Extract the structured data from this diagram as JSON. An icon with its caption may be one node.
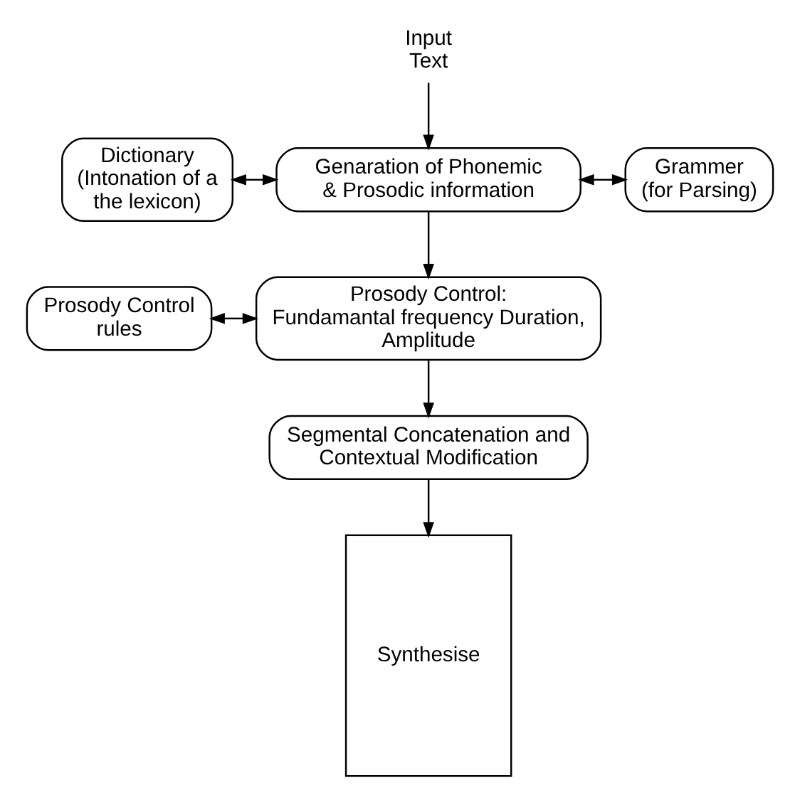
{
  "diagram": {
    "nodes": [
      {
        "text": [
          "Input Text"
        ]
      },
      {
        "text": [
          "Genaration of Phonemic & Prosodic information"
        ]
      },
      {
        "text": [
          "Dictionary (Intonation of a the lexicon)"
        ]
      },
      {
        "text": [
          "Grammer (for Parsing)"
        ]
      },
      {
        "text": [
          "Prosody Control: Fundamantal frequency Duration, Amplitude"
        ]
      },
      {
        "text": [
          "Prosody Control rules"
        ]
      },
      {
        "text": [
          "Segmental Concatenation and Contextual Modification"
        ]
      },
      {
        "text": [
          "Synthesise"
        ]
      }
    ],
    "edges": [
      {
        "from": 0,
        "to": 1,
        "arrow": "to"
      },
      {
        "from": 2,
        "to": 1,
        "arrow": "both"
      },
      {
        "from": 1,
        "to": 3,
        "arrow": "both"
      },
      {
        "from": 1,
        "to": 4,
        "arrow": "to"
      },
      {
        "from": 5,
        "to": 4,
        "arrow": "both"
      },
      {
        "from": 4,
        "to": 6,
        "arrow": "to"
      },
      {
        "from": 6,
        "to": 7,
        "arrow": "to"
      }
    ]
  }
}
